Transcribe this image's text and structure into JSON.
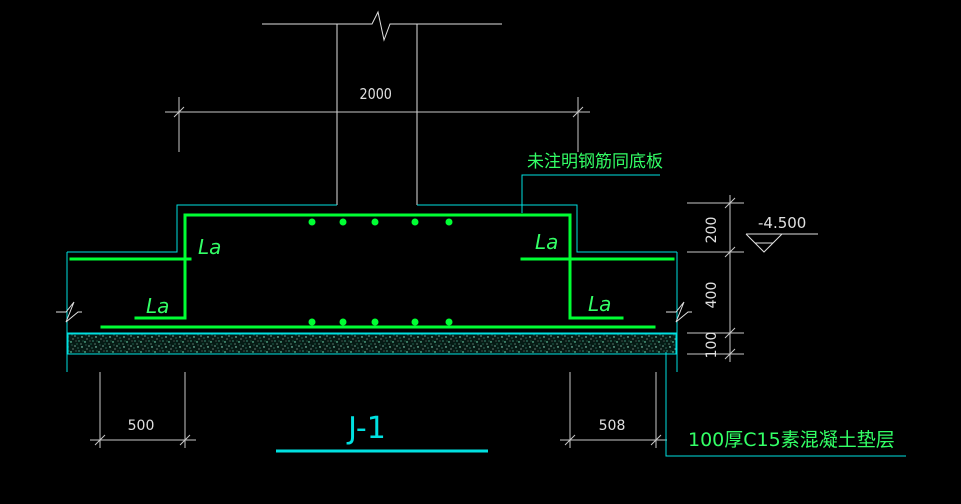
{
  "dimensions": {
    "top_width": "2000",
    "left_width": "500",
    "right_width": "508",
    "thickness_top": "200",
    "thickness_main": "400",
    "thickness_pad": "100",
    "elevation": "-4.500"
  },
  "labels": {
    "note": "未注明钢筋同底板",
    "la_top_left": "La",
    "la_top_right": "La",
    "la_bottom_left": "La",
    "la_bottom_right": "La",
    "cushion": "100厚C15素混凝土垫层",
    "title": "J-1"
  },
  "colors": {
    "background": "#000000",
    "rebar": "#00ff33",
    "outline": "#00e0e0",
    "dimension": "#c8c8c8",
    "label": "#33ff66"
  }
}
